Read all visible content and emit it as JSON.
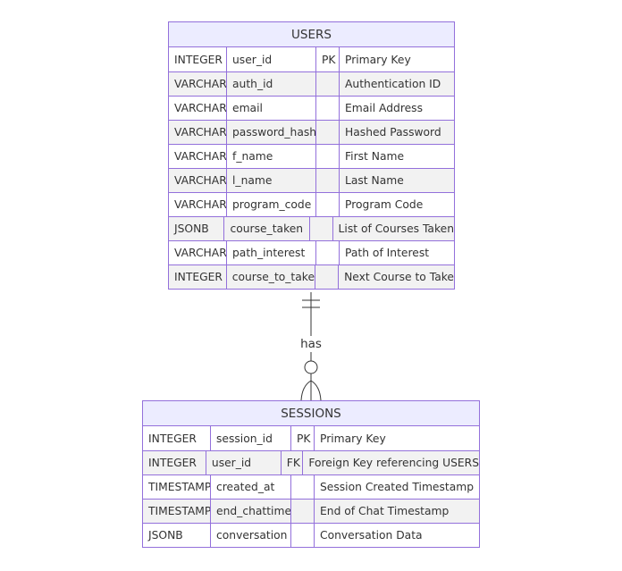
{
  "colors": {
    "border": "#9370DB",
    "header_fill": "#ECECFF",
    "row_alt": "#F2F2F2",
    "line": "#333333"
  },
  "users": {
    "title": "USERS",
    "rows": [
      {
        "type": "INTEGER",
        "name": "user_id",
        "key": "PK",
        "comment": "Primary Key"
      },
      {
        "type": "VARCHAR",
        "name": "auth_id",
        "key": "",
        "comment": "Authentication ID"
      },
      {
        "type": "VARCHAR",
        "name": "email",
        "key": "",
        "comment": "Email Address"
      },
      {
        "type": "VARCHAR",
        "name": "password_hash",
        "key": "",
        "comment": "Hashed Password"
      },
      {
        "type": "VARCHAR",
        "name": "f_name",
        "key": "",
        "comment": "First Name"
      },
      {
        "type": "VARCHAR",
        "name": "l_name",
        "key": "",
        "comment": "Last Name"
      },
      {
        "type": "VARCHAR",
        "name": "program_code",
        "key": "",
        "comment": "Program Code"
      },
      {
        "type": "JSONB",
        "name": "course_taken",
        "key": "",
        "comment": "List of Courses Taken"
      },
      {
        "type": "VARCHAR",
        "name": "path_interest",
        "key": "",
        "comment": "Path of Interest"
      },
      {
        "type": "INTEGER",
        "name": "course_to_take",
        "key": "",
        "comment": "Next Course to Take"
      }
    ]
  },
  "sessions": {
    "title": "SESSIONS",
    "rows": [
      {
        "type": "INTEGER",
        "name": "session_id",
        "key": "PK",
        "comment": "Primary Key"
      },
      {
        "type": "INTEGER",
        "name": "user_id",
        "key": "FK",
        "comment": "Foreign Key referencing USERS"
      },
      {
        "type": "TIMESTAMP",
        "name": "created_at",
        "key": "",
        "comment": "Session Created Timestamp"
      },
      {
        "type": "TIMESTAMP",
        "name": "end_chattime",
        "key": "",
        "comment": "End of Chat Timestamp"
      },
      {
        "type": "JSONB",
        "name": "conversation",
        "key": "",
        "comment": "Conversation Data"
      }
    ]
  },
  "relationship": {
    "label": "has",
    "from_cardinality": "exactly-one",
    "to_cardinality": "zero-or-more"
  }
}
